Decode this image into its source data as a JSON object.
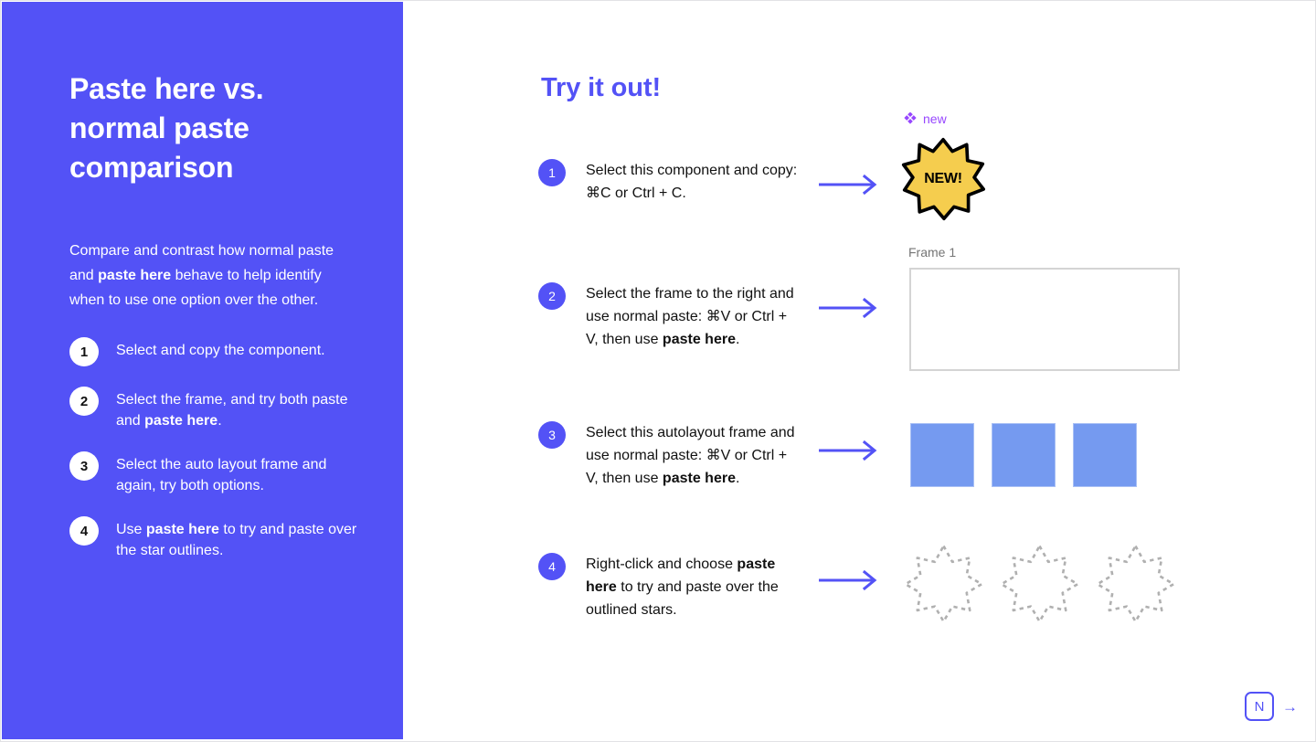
{
  "sidebar": {
    "title": "Paste here  vs. normal paste comparison",
    "description_part1": "Compare and contrast how normal paste and ",
    "description_bold": "paste here",
    "description_part2": " behave to help identify when to use one option over the other.",
    "steps": [
      {
        "number": "1",
        "text_before": "Select and copy the component.",
        "bold": "",
        "text_after": ""
      },
      {
        "number": "2",
        "text_before": "Select the frame, and try both paste and ",
        "bold": "paste here",
        "text_after": "."
      },
      {
        "number": "3",
        "text_before": "Select the auto layout frame and again, try both options.",
        "bold": "",
        "text_after": ""
      },
      {
        "number": "4",
        "text_before": "Use ",
        "bold": "paste here",
        "text_after": " to try and paste over the star outlines."
      }
    ]
  },
  "main": {
    "title": "Try it out!",
    "tasks": [
      {
        "number": "1",
        "text_before": "Select this component and copy: ⌘C or Ctrl + C.",
        "bold": "",
        "text_after": ""
      },
      {
        "number": "2",
        "text_before": "Select the frame to the right and use normal paste: ⌘V or Ctrl + V, then use ",
        "bold": "paste here",
        "text_after": "."
      },
      {
        "number": "3",
        "text_before": "Select this autolayout frame and use normal paste: ⌘V or Ctrl + V, then use ",
        "bold": "paste here",
        "text_after": "."
      },
      {
        "number": "4",
        "text_before": "Right-click and choose ",
        "bold": "paste here",
        "text_after": " to try and paste over the outlined stars."
      }
    ],
    "component_label": "new",
    "badge_text": "NEW!",
    "frame_label": "Frame 1"
  },
  "key_hint": {
    "key": "N",
    "arrow": "→"
  },
  "colors": {
    "brand_purple": "#5352f6",
    "component_purple": "#9747ff",
    "badge_yellow": "#f5cd4e",
    "square_blue": "#759af0",
    "frame_border": "#d4d4d4",
    "star_outline": "#b0b0b0"
  }
}
